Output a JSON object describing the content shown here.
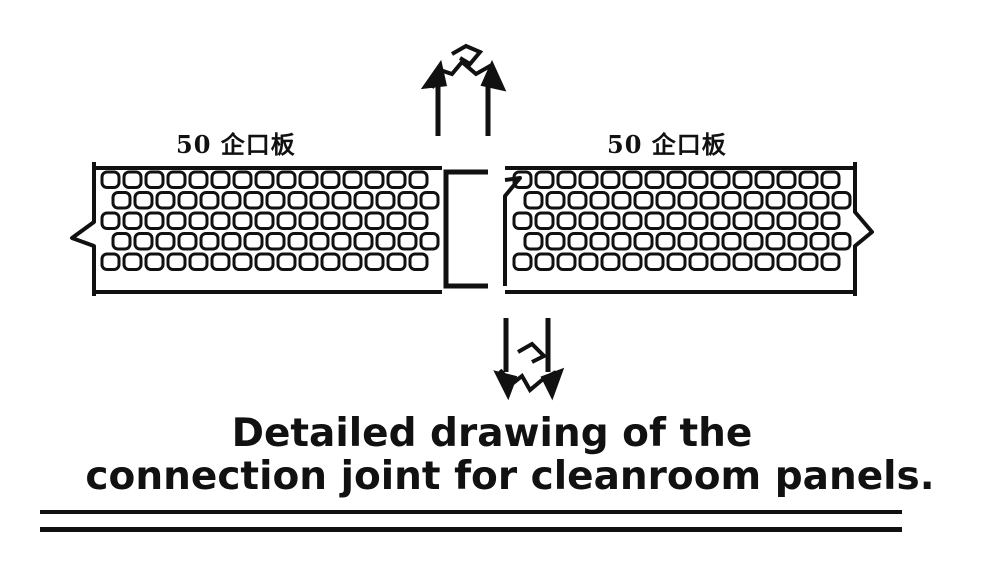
{
  "diagram": {
    "panel_labels": {
      "left": "50 企口板",
      "right": "50 企口板"
    },
    "caption": {
      "line1": "Detailed drawing of the",
      "line2": "connection joint for cleanroom panels."
    },
    "colors": {
      "ink": "#111111",
      "background": "#ffffff"
    },
    "icons": {
      "top_arrow": "arrow-up-icon",
      "bottom_arrow": "arrow-down-icon"
    }
  }
}
